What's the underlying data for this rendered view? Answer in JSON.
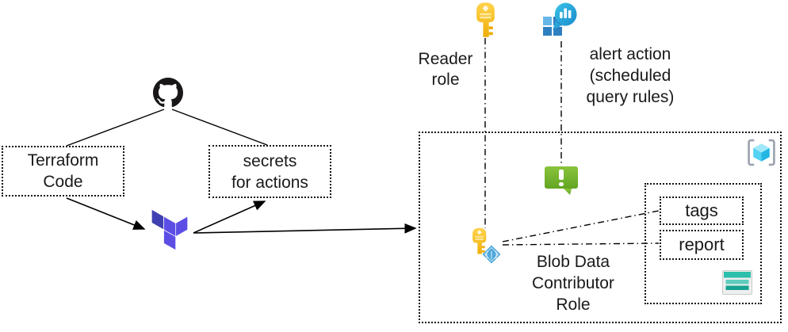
{
  "diagram": {
    "title": "Terraform to Azure deployment diagram",
    "nodes": {
      "terraform_code": "Terraform\nCode",
      "secrets_for_actions": "secrets\nfor actions",
      "tags": "tags",
      "report": "report"
    },
    "labels": {
      "reader_role": "Reader\nrole",
      "alert_action": "alert action\n(scheduled\nquery rules)",
      "blob_role": "Blob Data\nContributor\nRole"
    },
    "icons": [
      "github-icon",
      "terraform-icon",
      "key-icon",
      "log-analytics-icon",
      "alert-bubble-icon",
      "resource-group-icon",
      "managed-identity-icon",
      "table-storage-icon"
    ],
    "colors": {
      "line": "#000000",
      "key_gold": "#F2B205",
      "key_gold_light": "#FFD34D",
      "terraform_dark": "#4040B2",
      "terraform_purple": "#5C4EE5",
      "alert_green": "#76B82A",
      "log_analytics_blue": "#2E7FC0",
      "log_analytics_cyan": "#2BB7DE",
      "identity_diamond_blue": "#4FA8DC",
      "resource_group_cyan": "#53D2F2",
      "bracket_gray": "#9CA3AF",
      "table_teal": "#2BBFAC",
      "table_teal_dark": "#17A292",
      "github_black": "#191717"
    }
  }
}
